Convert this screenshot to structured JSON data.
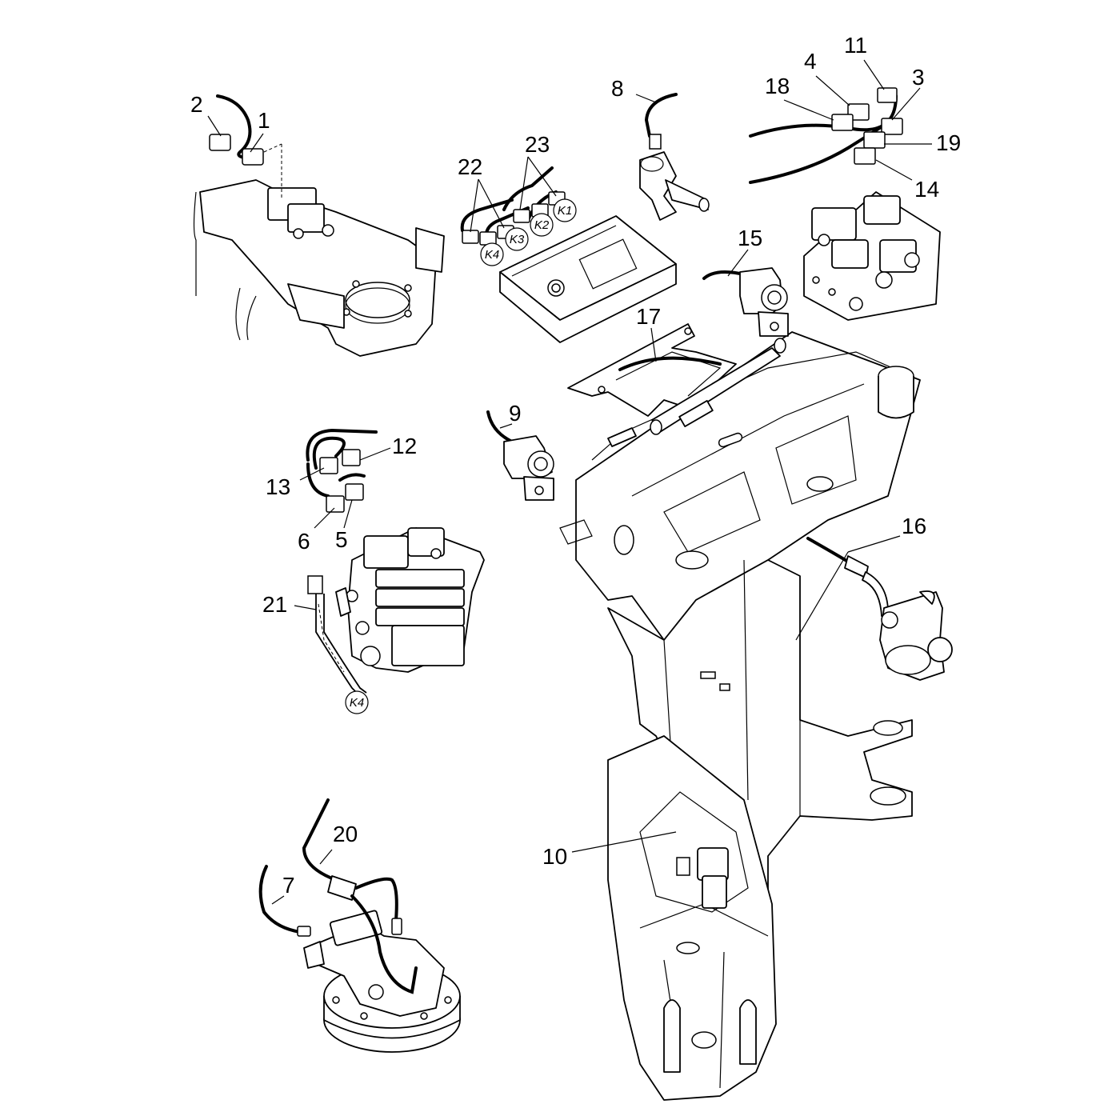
{
  "callouts": [
    {
      "id": "c1",
      "text": "1"
    },
    {
      "id": "c2",
      "text": "2"
    },
    {
      "id": "c3",
      "text": "3"
    },
    {
      "id": "c4",
      "text": "4"
    },
    {
      "id": "c5",
      "text": "5"
    },
    {
      "id": "c6",
      "text": "6"
    },
    {
      "id": "c7",
      "text": "7"
    },
    {
      "id": "c8",
      "text": "8"
    },
    {
      "id": "c9",
      "text": "9"
    },
    {
      "id": "c10",
      "text": "10"
    },
    {
      "id": "c11",
      "text": "11"
    },
    {
      "id": "c12",
      "text": "12"
    },
    {
      "id": "c13",
      "text": "13"
    },
    {
      "id": "c14",
      "text": "14"
    },
    {
      "id": "c15",
      "text": "15"
    },
    {
      "id": "c16",
      "text": "16"
    },
    {
      "id": "c17",
      "text": "17"
    },
    {
      "id": "c18",
      "text": "18"
    },
    {
      "id": "c19",
      "text": "19"
    },
    {
      "id": "c20",
      "text": "20"
    },
    {
      "id": "c21",
      "text": "21"
    },
    {
      "id": "c22",
      "text": "22"
    },
    {
      "id": "c23",
      "text": "23"
    }
  ],
  "connector_tags": {
    "k1": "K1",
    "k2": "K2",
    "k3": "K3",
    "k4_controller": "K4",
    "k4_valve": "K4"
  },
  "colors": {
    "line": "#000000",
    "background": "#ffffff"
  }
}
